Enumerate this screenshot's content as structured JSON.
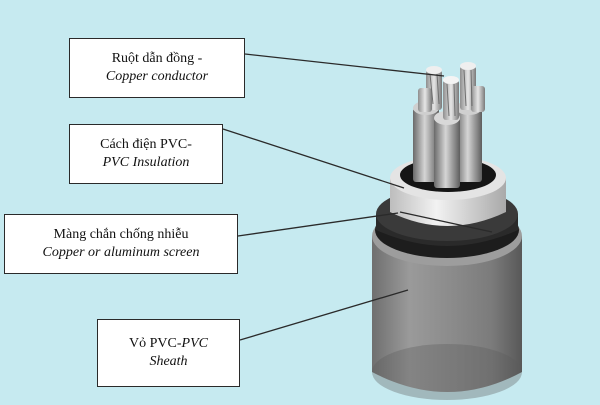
{
  "labels": {
    "conductor": {
      "vi": "Ruột dẫn đồng -",
      "en": "Copper conductor"
    },
    "insulation": {
      "vi": "Cách điện PVC-",
      "en": "PVC Insulation"
    },
    "screen": {
      "vi": "Màng chắn chống nhiễu",
      "en": "Copper or aluminum screen"
    },
    "sheath": {
      "vi": "Vỏ PVC-PVC",
      "en": "Sheath"
    }
  },
  "colors": {
    "background": "#c6eaf0",
    "sheath": "#8e8e8e",
    "screen_band": "#1a1a1a",
    "insulation": "#d9d9d9",
    "conductor": "#a8a8a8",
    "leader_line": "#2a2a2a"
  }
}
